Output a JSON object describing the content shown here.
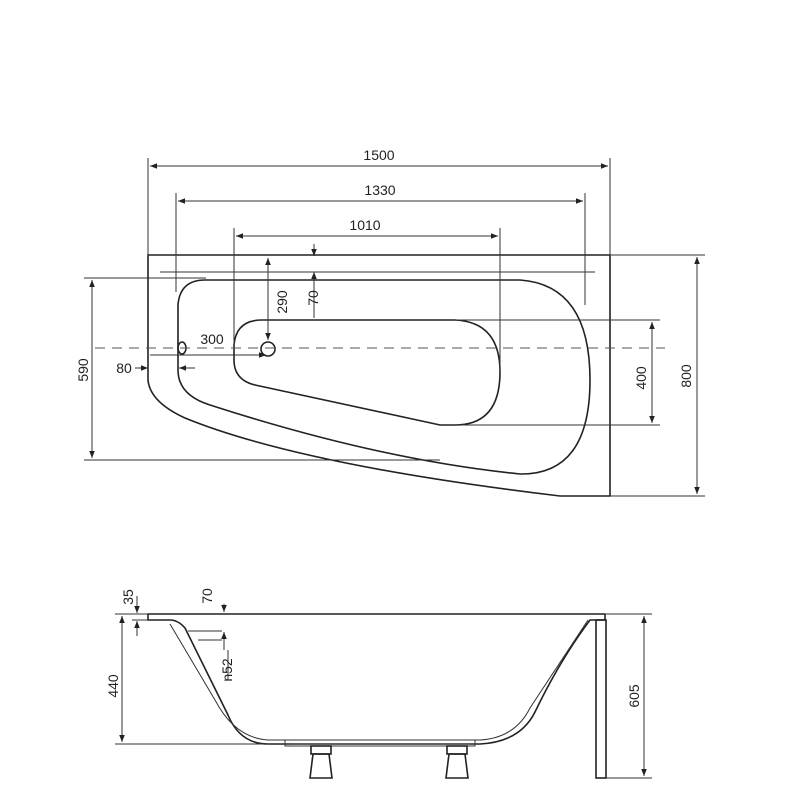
{
  "top_view": {
    "dims": {
      "length_total": "1500",
      "length_inner": "1330",
      "basin_length": "1010",
      "drain_offset_top": "290",
      "basin_offset_top": "70",
      "drain_offset_side": "300",
      "overflow_offset": "80",
      "width_inner": "590",
      "basin_width": "400",
      "width_total": "800"
    }
  },
  "side_view": {
    "dims": {
      "rim_thickness": "35",
      "rim_offset": "70",
      "overflow_diameter": "n52",
      "depth": "440",
      "total_height": "605"
    }
  },
  "colors": {
    "line": "#222222",
    "dash": "#555555"
  }
}
